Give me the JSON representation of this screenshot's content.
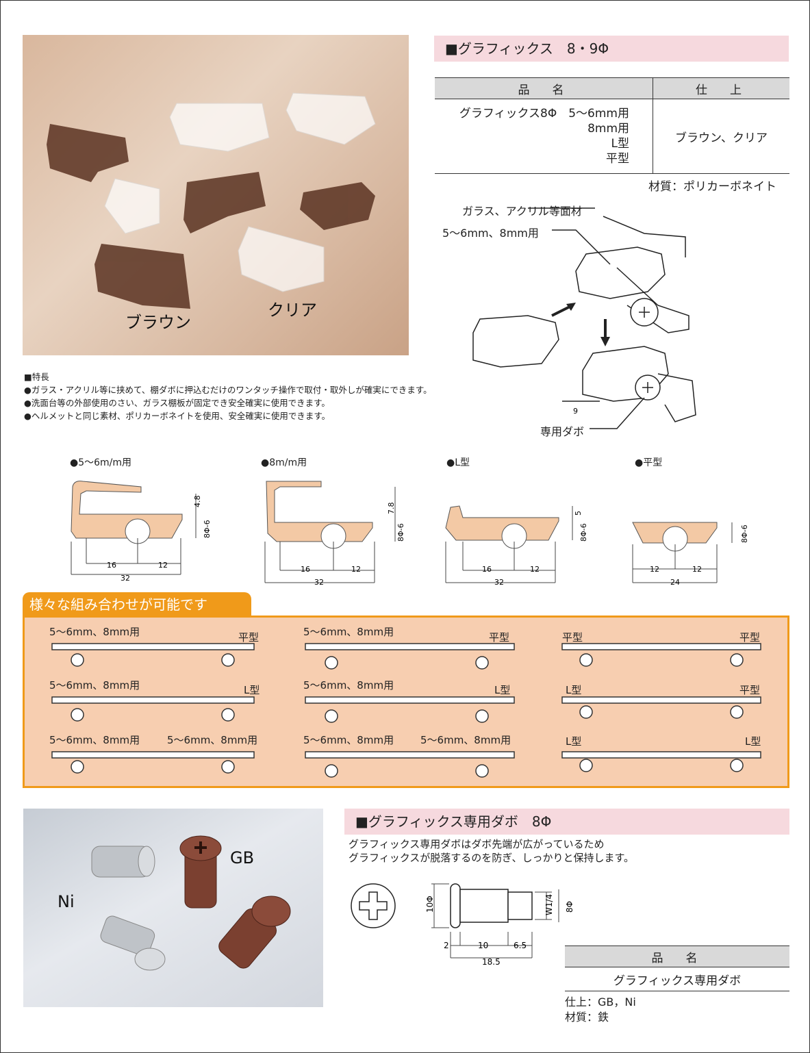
{
  "graphics_section": {
    "title": "■グラフィックス　8・9Φ",
    "table": {
      "headers": [
        "品　名",
        "仕　上"
      ],
      "products": [
        "グラフィックス8Φ　5～6mm用",
        "8mm用",
        "L型",
        "平型"
      ],
      "finish": "ブラウン、クリア"
    },
    "material": "材質：ポリカーボネイト"
  },
  "photo_top": {
    "label_brown": "ブラウン",
    "label_clear": "クリア"
  },
  "features": {
    "heading": "■特長",
    "items": [
      "●ガラス・アクリル等に挟めて、棚ダボに押込むだけのワンタッチ操作で取付・取外しが確実にできます。",
      "●洗面台等の外部使用のさい、ガラス棚板が固定でき安全確実に使用できます。",
      "●ヘルメットと同じ素材、ポリカーボネイトを使用、安全確実に使用できます。"
    ]
  },
  "assembly_diagram": {
    "label_glass": "ガラス、アクリル等面材",
    "label_size": "5～6mm、8mm用",
    "label_dabo": "専用ダボ",
    "dim": "9"
  },
  "profiles": [
    {
      "label": "●5～6m/m用",
      "dims": [
        "4.8",
        "8Φ-6",
        "16",
        "12",
        "32"
      ]
    },
    {
      "label": "●8m/m用",
      "dims": [
        "7.8",
        "8Φ-6",
        "16",
        "12",
        "32"
      ]
    },
    {
      "label": "●L型",
      "dims": [
        "5",
        "8Φ-6",
        "16",
        "12",
        "32"
      ]
    },
    {
      "label": "●平型",
      "dims": [
        "8Φ-6",
        "12",
        "12",
        "24"
      ]
    }
  ],
  "combinations": {
    "title": "様々な組み合わせが可能です",
    "items": [
      {
        "left": "5～6mm、8mm用",
        "right": "平型"
      },
      {
        "left": "5～6mm、8mm用",
        "right": "平型"
      },
      {
        "left": "平型",
        "right": "平型"
      },
      {
        "left": "5～6mm、8mm用",
        "right": "L型"
      },
      {
        "left": "5～6mm、8mm用",
        "right": "L型"
      },
      {
        "left": "L型",
        "right": "平型"
      },
      {
        "left": "5～6mm、8mm用",
        "right": "5～6mm、8mm用"
      },
      {
        "left": "5～6mm、8mm用",
        "right": "5～6mm、8mm用"
      },
      {
        "left": "L型",
        "right": "L型"
      }
    ]
  },
  "photo_bottom": {
    "label_gb": "GB",
    "label_ni": "Ni"
  },
  "dabo_section": {
    "title": "■グラフィックス専用ダボ　8Φ",
    "desc": [
      "グラフィックス専用ダボはダボ先端が広がっているため",
      "グラフィックスが脱落するのを防ぎ、しっかりと保持します。"
    ],
    "dims": [
      "10Φ",
      "W1/4",
      "8Φ",
      "2",
      "10",
      "6.5",
      "18.5"
    ],
    "table": {
      "header": "品　名",
      "product": "グラフィックス専用ダボ"
    },
    "finish": "仕上：GB，Ni",
    "material": "材質：鉄"
  },
  "colors": {
    "accent_orange": "#f09a1a",
    "combo_bg": "#f7ceb0",
    "header_pink": "#f6d9de",
    "profile_fill": "#f3c9a5"
  }
}
